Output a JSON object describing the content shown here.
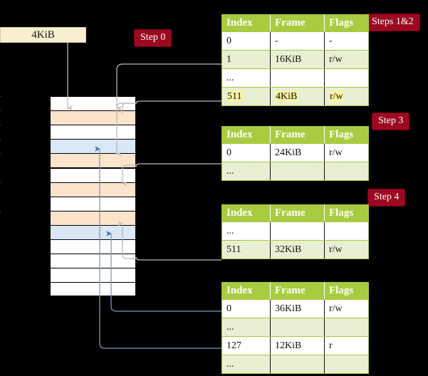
{
  "diagram": {
    "title_label": "4KiB",
    "badges": [
      {
        "name": "step-0",
        "text": "Step 0"
      },
      {
        "name": "steps-1-2",
        "text": "Steps 1&2"
      },
      {
        "name": "step-3",
        "text": "Step 3"
      },
      {
        "name": "step-4",
        "text": "Step 4"
      }
    ],
    "colors": {
      "badge_bg": "#9c0820",
      "table_header_bg": "#a8cc3f",
      "table_alt_row_bg": "#e9efd2",
      "highlight": "#faf5a0",
      "cream_box": "#faeed2",
      "mem_orange": "#fce3cb",
      "mem_blue": "#d9e7f7",
      "wire_gray": "#b9b9b9",
      "wire_blue": "#6f8fbf"
    },
    "tables": [
      {
        "name": "page-table-level-1",
        "headers": [
          "Index",
          "Frame",
          "Flags"
        ],
        "rows": [
          {
            "cells": [
              "0",
              "-",
              "-"
            ],
            "style": "plain",
            "highlight": false
          },
          {
            "cells": [
              "1",
              "16KiB",
              "r/w"
            ],
            "style": "alt",
            "highlight": false
          },
          {
            "cells": [
              "...",
              "",
              ""
            ],
            "style": "plain",
            "highlight": false
          },
          {
            "cells": [
              "511",
              "4KiB",
              "r/w"
            ],
            "style": "alt",
            "highlight": true
          }
        ]
      },
      {
        "name": "page-table-level-2",
        "headers": [
          "Index",
          "Frame",
          "Flags"
        ],
        "rows": [
          {
            "cells": [
              "0",
              "24KiB",
              "r/w"
            ],
            "style": "plain",
            "highlight": false
          },
          {
            "cells": [
              "...",
              "",
              ""
            ],
            "style": "alt",
            "highlight": false
          }
        ]
      },
      {
        "name": "page-table-level-3",
        "headers": [
          "Index",
          "Frame",
          "Flags"
        ],
        "rows": [
          {
            "cells": [
              "...",
              "",
              ""
            ],
            "style": "plain",
            "highlight": false
          },
          {
            "cells": [
              "511",
              "32KiB",
              "r/w"
            ],
            "style": "alt",
            "highlight": false
          }
        ]
      },
      {
        "name": "page-table-level-4",
        "headers": [
          "Index",
          "Frame",
          "Flags"
        ],
        "rows": [
          {
            "cells": [
              "0",
              "36KiB",
              "r/w"
            ],
            "style": "plain",
            "highlight": false
          },
          {
            "cells": [
              "...",
              "",
              ""
            ],
            "style": "alt",
            "highlight": false
          },
          {
            "cells": [
              "127",
              "12KiB",
              "r"
            ],
            "style": "plain",
            "highlight": false
          },
          {
            "cells": [
              "...",
              "",
              ""
            ],
            "style": "alt",
            "highlight": false
          }
        ]
      }
    ],
    "memory_column": {
      "name": "physical-memory-column",
      "row_fills": [
        "white",
        "orange",
        "white",
        "blue",
        "orange",
        "white",
        "orange",
        "white",
        "orange",
        "blue",
        "white",
        "white",
        "white",
        "white"
      ]
    }
  }
}
